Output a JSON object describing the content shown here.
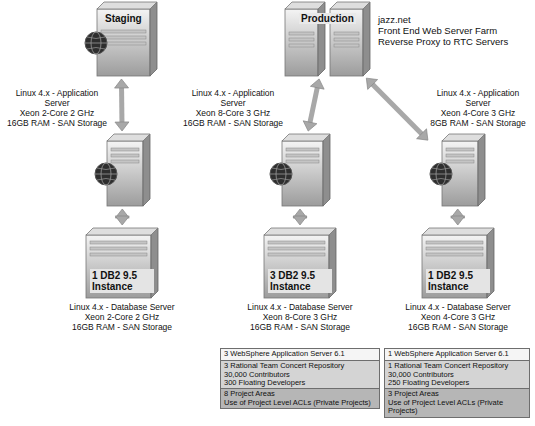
{
  "diagram": {
    "nodes": [
      {
        "text": [
          "Staging"
        ]
      },
      {
        "text": [
          "Production"
        ]
      },
      {
        "text": [
          "Linux 4.x - Application Server",
          "Xeon 2-Core 2 GHz",
          "16GB RAM - SAN Storage"
        ]
      },
      {
        "text": [
          "1 DB2 9.5 Instance",
          "Linux 4.x - Database Server",
          "Xeon 2-Core 2 GHz",
          "16GB RAM - SAN Storage"
        ]
      },
      {
        "text": [
          "Linux 4.x - Application Server",
          "Xeon 8-Core 3 GHz",
          "16GB RAM - SAN Storage"
        ]
      },
      {
        "text": [
          "3 DB2 9.5 Instance",
          "Linux 4.x - Database Server",
          "Xeon 8-Core 3 GHz",
          "16GB RAM - SAN Storage"
        ]
      },
      {
        "text": [
          "3 WebSphere Application Server 6.1"
        ]
      },
      {
        "text": [
          "3 Rational Team Concert Repository",
          "30,000 Contributors",
          "300 Floating Developers"
        ]
      },
      {
        "text": [
          "8 Project Areas",
          "Use of Project Level ACLs (Private Projects)"
        ]
      },
      {
        "text": [
          "Linux 4.x - Application Server",
          "Xeon 4-Core 3 GHz",
          "8GB RAM - SAN Storage"
        ]
      },
      {
        "text": [
          "1 DB2 9.5 Instance",
          "Linux 4.x - Database Server",
          "Xeon 4-Core 3 GHz",
          "16GB RAM - SAN Storage"
        ]
      },
      {
        "text": [
          "1 WebSphere Application Server 6.1"
        ]
      },
      {
        "text": [
          "1 Rational Team Concert Repository",
          "30,000 Contributors",
          "250 Floating Developers"
        ]
      },
      {
        "text": [
          "3 Project Areas",
          "Use of Project Level ACLs (Private Projects)"
        ]
      }
    ],
    "edges": [
      {
        "from": 0,
        "to": 2,
        "arrow": "both"
      },
      {
        "from": 2,
        "to": 3,
        "arrow": "both"
      },
      {
        "from": 1,
        "to": 4,
        "arrow": "both"
      },
      {
        "from": 1,
        "to": 9,
        "arrow": "both"
      },
      {
        "from": 4,
        "to": 5,
        "arrow": "both"
      },
      {
        "from": 9,
        "to": 10,
        "arrow": "both"
      }
    ],
    "labels": [
      "jazz.net",
      "Front End Web Server Farm",
      "Reverse Proxy to RTC Servers"
    ]
  }
}
